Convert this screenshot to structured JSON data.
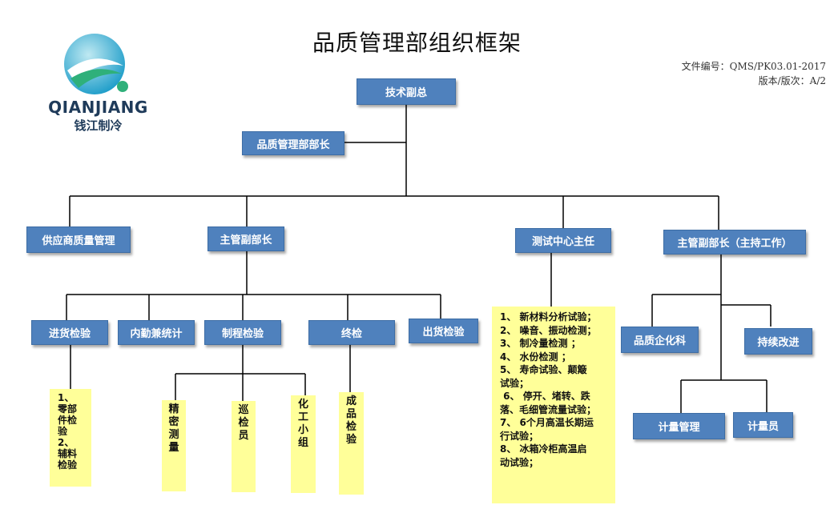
{
  "header": {
    "title": "品质管理部组织框架",
    "doc_number": "文件编号：QMS/PK03.01-2017",
    "version": "版本/版次：A/2"
  },
  "logo": {
    "brand_en": "QIANJIANG",
    "brand_cn": "钱江制冷",
    "colors": {
      "blue": "#1a9bc8",
      "green": "#2fb07a"
    }
  },
  "nodes": {
    "vp_tech": "技术副总",
    "qm_head": "品质管理部部长",
    "supplier_qm": "供应商质量管理",
    "deputy_head": "主管副部长",
    "test_center": "测试中心主任",
    "deputy_head_host": "主管副部长（主持工作）",
    "incoming_insp": "进货检验",
    "internal_stats": "内勤兼统计",
    "process_insp": "制程检验",
    "final_insp": "终检",
    "outgoing_insp": "出货检验",
    "quality_section": "品质企化科",
    "continuous_improve": "持续改进",
    "metrology_mgmt": "计量管理",
    "metrology_staff": "计量员"
  },
  "notes": {
    "incoming": [
      "1、",
      "零部件检验",
      "2、",
      "辅料检验"
    ],
    "precision": "精密测量",
    "patrol": "巡检员",
    "chem": "化工小组",
    "product": "成品检验",
    "test_items": [
      "1、 新材料分析试验；",
      "2、 噪音、振动检测；",
      "3、 制冷量检测 ；",
      "4、 水份检测 ；",
      "5、 寿命试验、颠簸",
      "试验；",
      " 6、 停开、堵转、跌",
      "落、毛细管流量试验；",
      "7、 6个月高温长期运",
      "行试验；",
      "8、 冰箱冷柜高温启",
      "动试验；"
    ]
  },
  "colors": {
    "box_fill": "#4f81bd",
    "note_fill": "#ffff99",
    "line": "#000000"
  }
}
